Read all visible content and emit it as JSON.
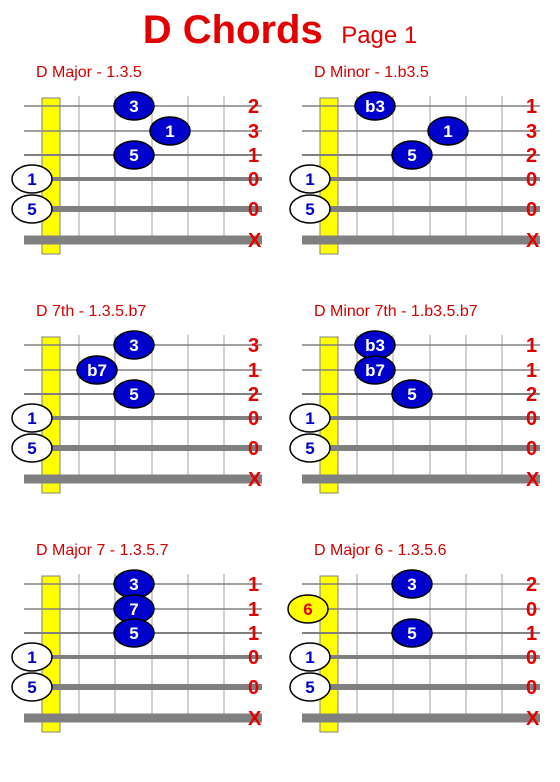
{
  "header": {
    "title": "D  Chords",
    "subtitle": "Page 1"
  },
  "colors": {
    "title": "#e50000",
    "dot": "#0000cc",
    "nut": "#ffff00",
    "string": "#808080",
    "highlight": "#ffff00",
    "marker": "#e50000"
  },
  "chords": [
    {
      "name": "D  Major - 1.3.5",
      "markers": [
        "2",
        "3",
        "1",
        "0",
        "0",
        "X"
      ],
      "notes": [
        {
          "string": 1,
          "fret": 2,
          "label": "3"
        },
        {
          "string": 2,
          "fret": 3,
          "label": "1"
        },
        {
          "string": 3,
          "fret": 2,
          "label": "5"
        },
        {
          "string": 4,
          "fret": 0,
          "label": "1"
        },
        {
          "string": 5,
          "fret": 0,
          "label": "5"
        }
      ]
    },
    {
      "name": "D  Minor - 1.b3.5",
      "markers": [
        "1",
        "3",
        "2",
        "0",
        "0",
        "X"
      ],
      "notes": [
        {
          "string": 1,
          "fret": 1,
          "label": "b3"
        },
        {
          "string": 2,
          "fret": 3,
          "label": "1"
        },
        {
          "string": 3,
          "fret": 2,
          "label": "5"
        },
        {
          "string": 4,
          "fret": 0,
          "label": "1"
        },
        {
          "string": 5,
          "fret": 0,
          "label": "5"
        }
      ]
    },
    {
      "name": "D  7th - 1.3.5.b7",
      "markers": [
        "3",
        "1",
        "2",
        "0",
        "0",
        "X"
      ],
      "notes": [
        {
          "string": 1,
          "fret": 2,
          "label": "3"
        },
        {
          "string": 2,
          "fret": 1,
          "label": "b7"
        },
        {
          "string": 3,
          "fret": 2,
          "label": "5"
        },
        {
          "string": 4,
          "fret": 0,
          "label": "1"
        },
        {
          "string": 5,
          "fret": 0,
          "label": "5"
        }
      ]
    },
    {
      "name": "D  Minor 7th - 1.b3.5.b7",
      "markers": [
        "1",
        "1",
        "2",
        "0",
        "0",
        "X"
      ],
      "notes": [
        {
          "string": 1,
          "fret": 1,
          "label": "b3"
        },
        {
          "string": 2,
          "fret": 1,
          "label": "b7"
        },
        {
          "string": 3,
          "fret": 2,
          "label": "5"
        },
        {
          "string": 4,
          "fret": 0,
          "label": "1"
        },
        {
          "string": 5,
          "fret": 0,
          "label": "5"
        }
      ]
    },
    {
      "name": "D  Major 7 - 1.3.5.7",
      "markers": [
        "1",
        "1",
        "1",
        "0",
        "0",
        "X"
      ],
      "notes": [
        {
          "string": 1,
          "fret": 2,
          "label": "3"
        },
        {
          "string": 2,
          "fret": 2,
          "label": "7"
        },
        {
          "string": 3,
          "fret": 2,
          "label": "5"
        },
        {
          "string": 4,
          "fret": 0,
          "label": "1"
        },
        {
          "string": 5,
          "fret": 0,
          "label": "5"
        }
      ]
    },
    {
      "name": "D  Major 6 - 1.3.5.6",
      "markers": [
        "2",
        "0",
        "1",
        "0",
        "0",
        "X"
      ],
      "notes": [
        {
          "string": 1,
          "fret": 2,
          "label": "3"
        },
        {
          "string": 2,
          "fret": 0,
          "label": "6",
          "highlight": true
        },
        {
          "string": 3,
          "fret": 2,
          "label": "5"
        },
        {
          "string": 4,
          "fret": 0,
          "label": "1"
        },
        {
          "string": 5,
          "fret": 0,
          "label": "5"
        }
      ]
    }
  ]
}
